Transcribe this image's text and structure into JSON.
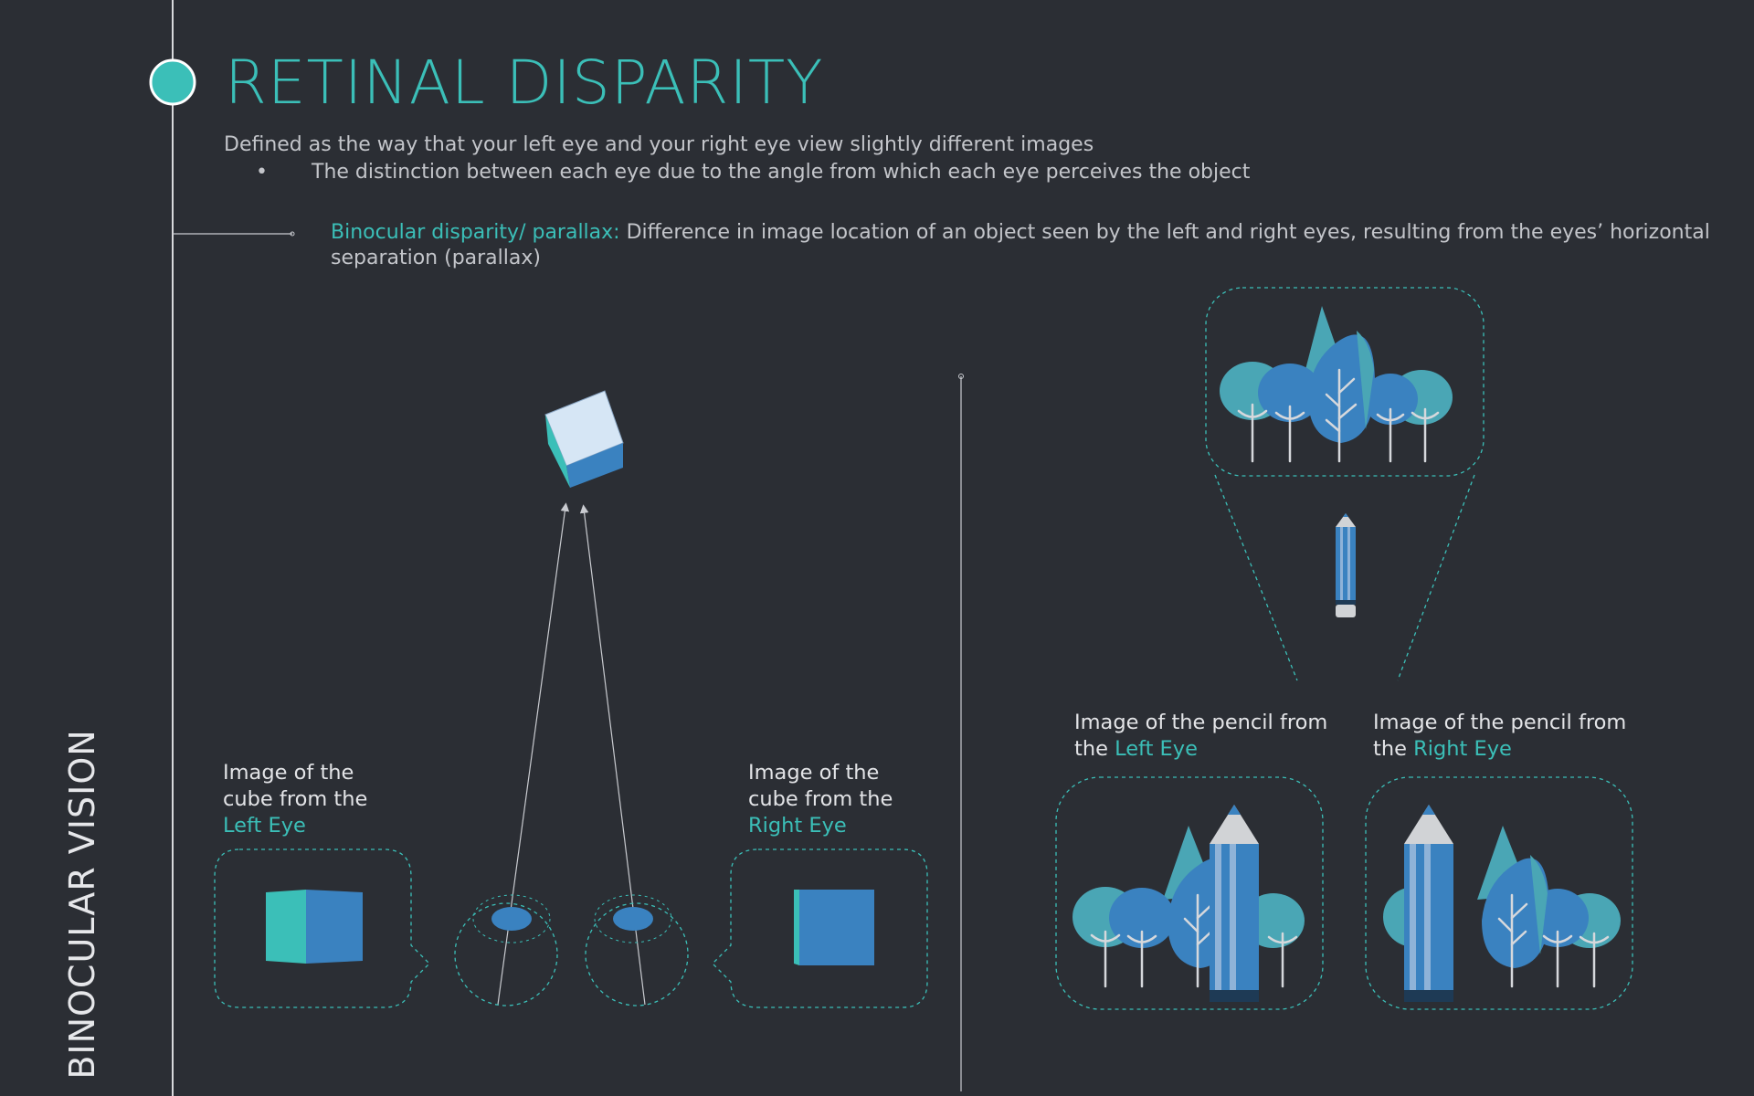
{
  "slide": {
    "title": "RETINAL DISPARITY",
    "side_label": "BINOCULAR VISION",
    "definition": "Defined as the way that your left eye and your right eye view slightly different images",
    "bullet": "The distinction between each eye due to the angle from which each eye perceives the object",
    "parallax_term": "Binocular disparity/ parallax:",
    "parallax_text_line1": " Difference in image location of an object seen by the left and right eyes, resulting from the eyes’ horizontal",
    "parallax_text_line2": "separation (parallax)"
  },
  "cube_captions": {
    "left": {
      "line1": "Image of the",
      "line2": "cube from the",
      "eye": "Left Eye"
    },
    "right": {
      "line1": "Image of the",
      "line2": "cube from the",
      "eye": "Right Eye"
    }
  },
  "pencil_captions": {
    "left": {
      "line1": "Image of the pencil from",
      "line2": "the ",
      "eye": "Left Eye"
    },
    "right": {
      "line1": "Image of the pencil from",
      "line2": "the ",
      "eye": "Right Eye"
    }
  },
  "colors": {
    "background": "#2b2e34",
    "accent_teal": "#3bbfb8",
    "blue": "#3a82c0",
    "light_blue": "#d6e6f5",
    "text": "#c3c5ca"
  },
  "icons": [
    "timeline-dot-icon",
    "cube-icon",
    "eye-icon",
    "pencil-icon",
    "trees-icon"
  ]
}
